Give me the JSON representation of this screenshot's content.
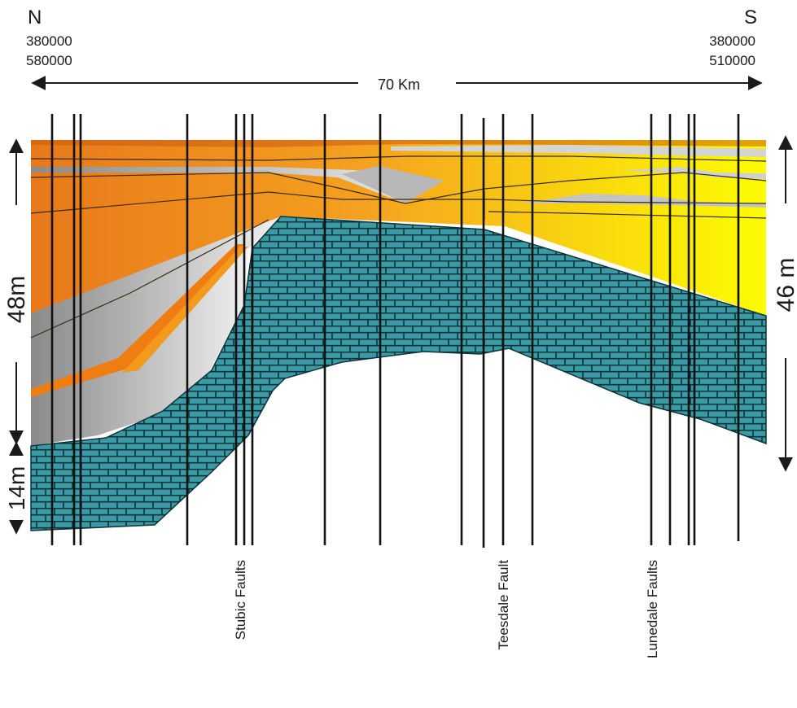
{
  "header": {
    "north": {
      "letter": "N",
      "coord_1": "380000",
      "coord_2": "580000"
    },
    "south": {
      "letter": "S",
      "coord_1": "380000",
      "coord_2": "510000"
    },
    "distance": "70 Km"
  },
  "scale": {
    "left_upper": "48m",
    "left_lower": "14m",
    "right": "46 m"
  },
  "faults": [
    {
      "label": "Stubic Faults"
    },
    {
      "label": "Teesdale Fault"
    },
    {
      "label": "Lunedale Faults"
    }
  ],
  "colors": {
    "orange_dark": "#e67418",
    "orange": "#f5a21e",
    "yellow": "#fbfb00",
    "limestone": "#3a9aa6",
    "brick_line": "#0d3338",
    "grey_light": "#dedede",
    "grey_dark": "#8f8f8f",
    "line": "#1a1a1a"
  }
}
